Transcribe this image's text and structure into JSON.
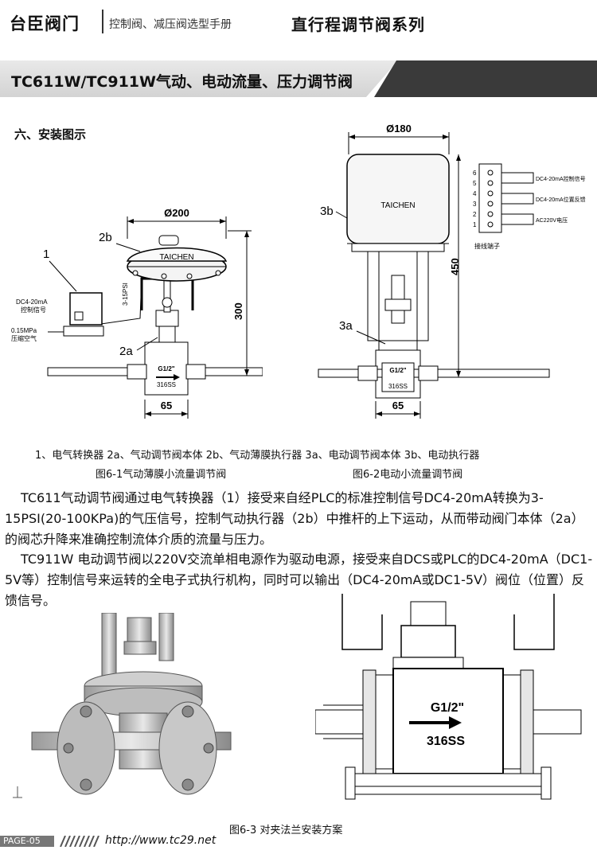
{
  "header": {
    "brand": "台臣阀门",
    "subtitle": "控制阀、减压阀选型手册",
    "series": "直行程调节阀系列"
  },
  "band": {
    "title": "TC611W/TC911W气动、电动流量、压力调节阀"
  },
  "section_title": "六、安装图示",
  "fig1": {
    "dim_top": "Ø200",
    "dim_height": "300",
    "dim_bottom": "65",
    "label_2b": "2b",
    "label_1": "1",
    "label_2a": "2a",
    "actuator_brand": "TAICHEN",
    "signal_text_1": "DC4-20mA",
    "signal_text_2": "控制信号",
    "air_text_1": "0.15MPa",
    "air_text_2": "压缩空气",
    "psi_text": "3-15PSI",
    "valve_text_1": "G1/2\"",
    "valve_text_2": "316SS"
  },
  "fig2": {
    "dim_top": "Ø180",
    "dim_height": "450",
    "dim_bottom": "65",
    "label_3b": "3b",
    "label_3a": "3a",
    "actuator_brand": "TAICHEN",
    "valve_text_1": "G1/2\"",
    "valve_text_2": "316SS",
    "terminals": [
      "6",
      "5",
      "4",
      "3",
      "2",
      "1"
    ],
    "signal_label_1": "DC4-20mA控制信号",
    "signal_label_2": "DC4-20mA位置反馈",
    "power_label": "AC220V电压",
    "terminal_caption": "接线端子"
  },
  "legend": "1、电气转换器 2a、气动调节阀本体 2b、气动薄膜执行器 3a、电动调节阀本体 3b、电动执行器",
  "caption_fig1": "图6-1气动薄膜小流量调节阀",
  "caption_fig2": "图6-2电动小流量调节阀",
  "paragraph_1": "TC611气动调节阀通过电气转换器（1）接受来自经PLC的标准控制信号DC4-20mA转换为3-15PSI(20-100KPa)的气压信号，控制气动执行器（2b）中推杆的上下运动，从而带动阀门本体（2a）的阀芯升降来准确控制流体介质的流量与压力。",
  "paragraph_2": "TC911W 电动调节阀以220V交流单相电源作为驱动电源，接受来自DCS或PLC的DC4-20mA（DC1-5V等）控制信号来运转的全电子式执行机构，同时可以输出（DC4-20mA或DC1-5V）阀位（位置）反馈信号。",
  "fig3": {
    "valve_text_1": "G1/2\"",
    "valve_text_2": "316SS",
    "caption": "图6-3 对夹法兰安装方案"
  },
  "footer": {
    "page": "PAGE-05",
    "url": "http://www.tc29.net"
  }
}
